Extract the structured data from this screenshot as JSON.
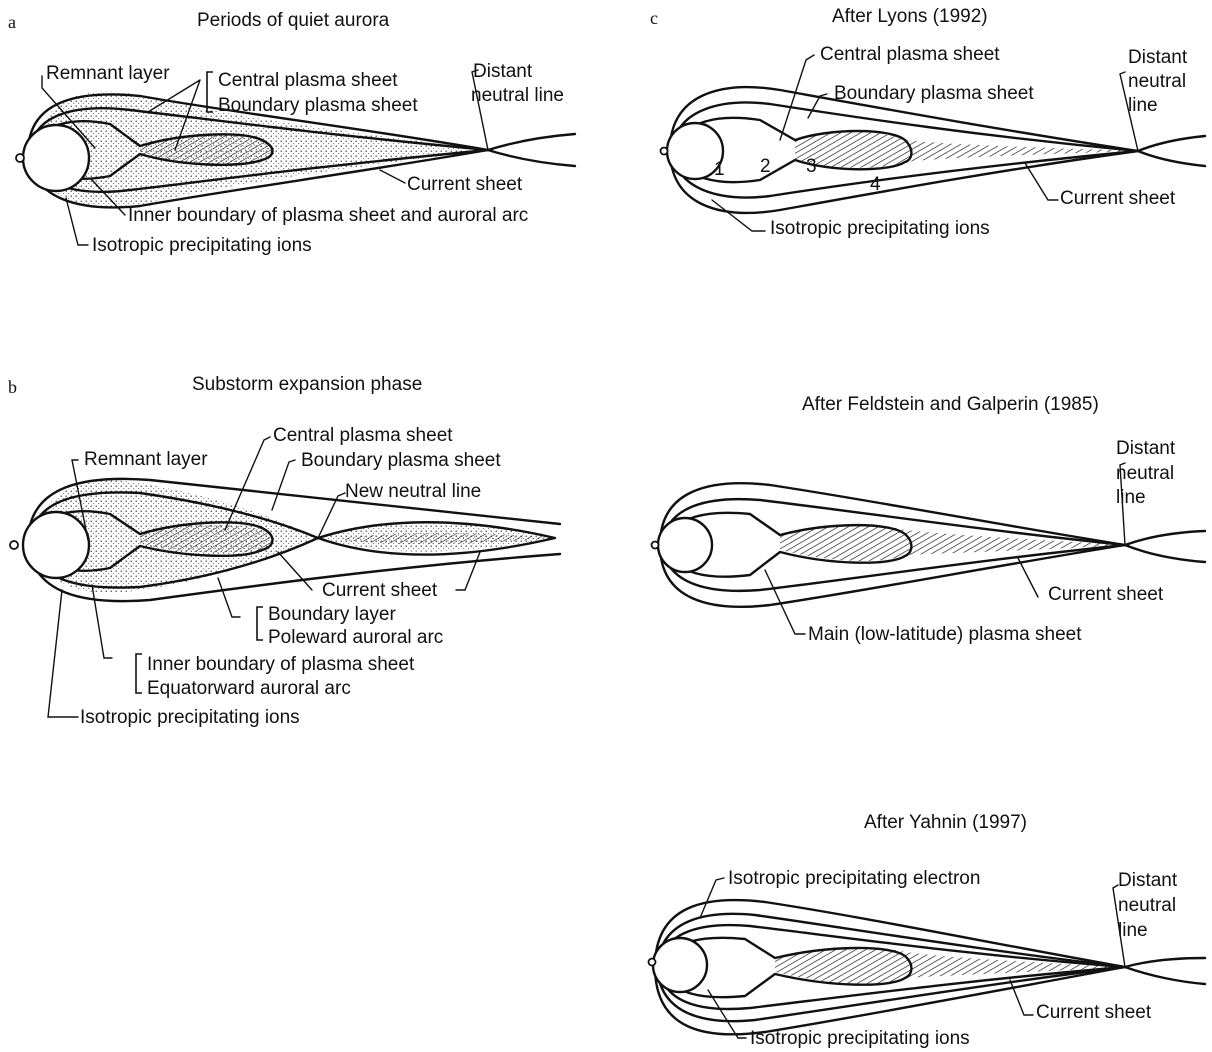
{
  "panel_a": {
    "letter": "a",
    "title": "Periods of quiet aurora",
    "labels": {
      "remnant_layer": "Remnant layer",
      "central_plasma_sheet": "Central plasma sheet",
      "boundary_plasma_sheet": "Boundary plasma sheet",
      "distant_neutral_line_1": "Distant",
      "distant_neutral_line_2": "neutral line",
      "current_sheet": "Current sheet",
      "inner_boundary": "Inner boundary of plasma sheet and auroral arc",
      "isotropic_ions": "Isotropic precipitating ions"
    }
  },
  "panel_b": {
    "letter": "b",
    "title": "Substorm expansion phase",
    "labels": {
      "remnant_layer": "Remnant layer",
      "central_plasma_sheet": "Central plasma sheet",
      "boundary_plasma_sheet": "Boundary plasma sheet",
      "new_neutral_line": "New neutral line",
      "current_sheet": "Current sheet",
      "boundary_layer": "Boundary layer",
      "poleward_arc": "Poleward auroral arc",
      "inner_boundary": "Inner boundary of plasma sheet",
      "equatorward_arc": "Equatorward auroral arc",
      "isotropic_ions": "Isotropic precipitating ions"
    }
  },
  "panel_c": {
    "letter": "c",
    "lyons": {
      "title": "After Lyons (1992)",
      "central_plasma_sheet": "Central plasma sheet",
      "boundary_plasma_sheet": "Boundary plasma sheet",
      "distant_1": "Distant",
      "distant_2": "neutral",
      "distant_3": "line",
      "current_sheet": "Current sheet",
      "isotropic_ions": "Isotropic precipitating ions",
      "n1": "1",
      "n2": "2",
      "n3": "3",
      "n4": "4"
    },
    "feldstein": {
      "title": "After Feldstein and Galperin (1985)",
      "distant_1": "Distant",
      "distant_2": "neutral",
      "distant_3": "line",
      "current_sheet": "Current sheet",
      "main_plasma_sheet": "Main (low-latitude) plasma sheet"
    },
    "yahnin": {
      "title": "After Yahnin (1997)",
      "isotropic_electron": "Isotropic precipitating electron",
      "distant_1": "Distant",
      "distant_2": "neutral",
      "distant_3": "line",
      "current_sheet": "Current sheet",
      "isotropic_ions": "Isotropic precipitating ions"
    }
  }
}
